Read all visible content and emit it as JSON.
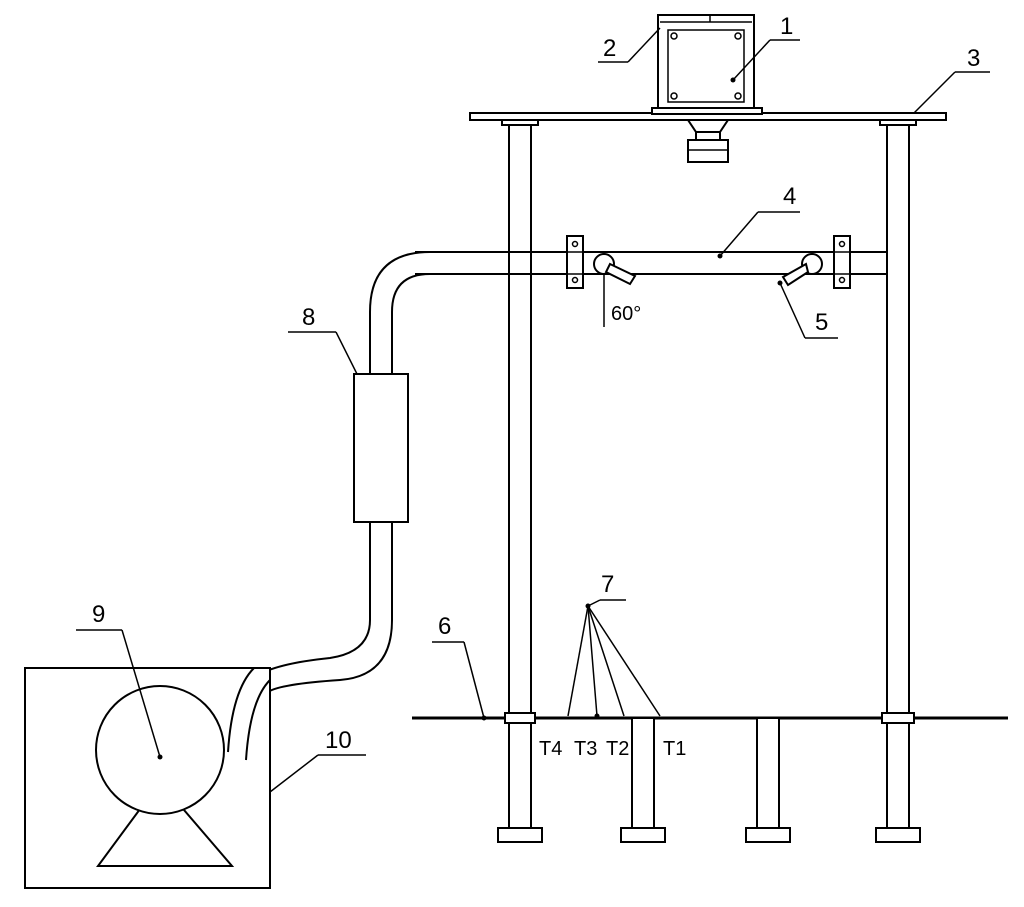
{
  "labels": {
    "n1": "1",
    "n2": "2",
    "n3": "3",
    "n4": "4",
    "n5": "5",
    "n6": "6",
    "n7": "7",
    "n8": "8",
    "n9": "9",
    "n10": "10",
    "angle": "60°",
    "t4": "T4",
    "t3": "T3",
    "t2": "T2",
    "t1": "T1"
  }
}
